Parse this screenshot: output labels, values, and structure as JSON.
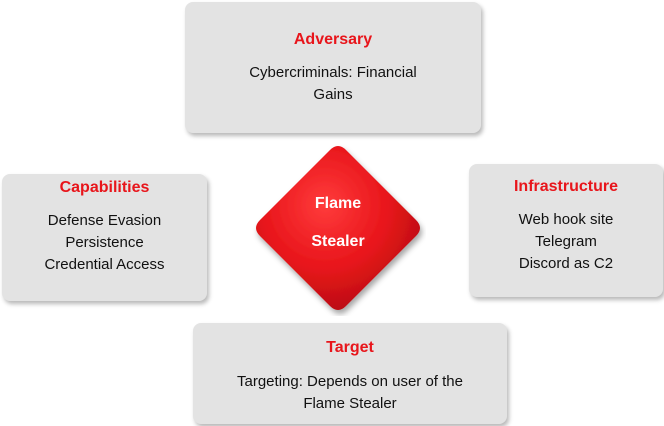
{
  "center": {
    "line1": "Flame",
    "line2": "Stealer",
    "color": "#e8151b"
  },
  "adversary": {
    "title": "Adversary",
    "lines": [
      "Cybercriminals: Financial",
      "Gains"
    ]
  },
  "capabilities": {
    "title": "Capabilities",
    "lines": [
      "Defense Evasion",
      "Persistence",
      "Credential Access"
    ]
  },
  "infrastructure": {
    "title": "Infrastructure",
    "lines": [
      "Web hook site",
      "Telegram",
      "Discord as C2"
    ]
  },
  "target": {
    "title": "Target",
    "lines": [
      "Targeting: Depends on user of the",
      "Flame Stealer"
    ]
  },
  "colors": {
    "title_red": "#e8151b",
    "box_fill": "#e3e3e3",
    "diamond_red": "#e8151b"
  }
}
